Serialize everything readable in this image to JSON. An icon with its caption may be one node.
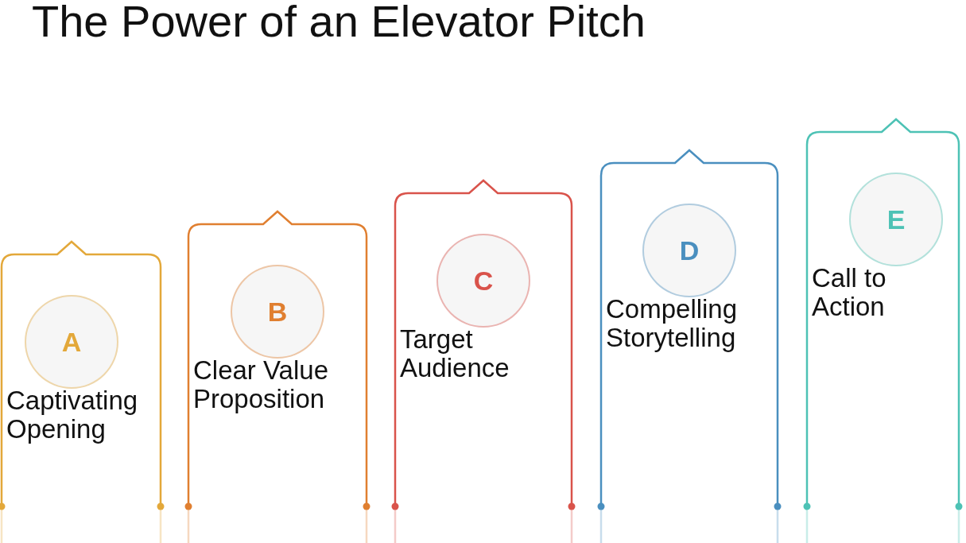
{
  "diagram": {
    "title": "The Power of an Elevator Pitch",
    "nodes": [
      {
        "text": [
          "Captivating Opening"
        ]
      },
      {
        "text": [
          "A"
        ],
        "in": 0
      },
      {
        "text": [
          "Clear Value Proposition"
        ]
      },
      {
        "text": [
          "B"
        ],
        "in": 2
      },
      {
        "text": [
          "Target Audience"
        ]
      },
      {
        "text": [
          "C"
        ],
        "in": 4
      },
      {
        "text": [
          "Compelling Storytelling"
        ]
      },
      {
        "text": [
          "D"
        ],
        "in": 6
      },
      {
        "text": [
          "Call to Action"
        ]
      },
      {
        "text": [
          "E"
        ],
        "in": 8
      }
    ],
    "edges": []
  }
}
